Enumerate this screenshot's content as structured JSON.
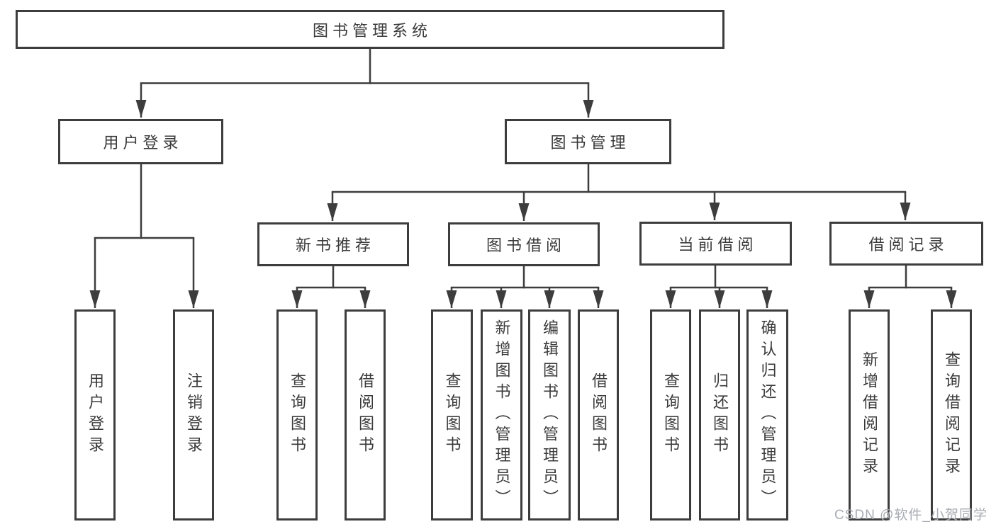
{
  "diagram_title": "图书管理系统",
  "watermark": "CSDN @软件_小贺同学",
  "colors": {
    "line": "#3d3d3d",
    "text": "#3a3a3a",
    "background": "#ffffff",
    "watermark": "#a8acb2"
  },
  "tree": {
    "root": {
      "label": "图书管理系统"
    },
    "level2": [
      {
        "label": "用户登录",
        "leaves": [
          {
            "label": "用户登录"
          },
          {
            "label": "注销登录"
          }
        ]
      },
      {
        "label": "图书管理",
        "children": [
          {
            "label": "新书推荐",
            "leaves": [
              {
                "label": "查询图书"
              },
              {
                "label": "借阅图书"
              }
            ]
          },
          {
            "label": "图书借阅",
            "leaves": [
              {
                "label": "查询图书"
              },
              {
                "label": "新增图书（管理员）"
              },
              {
                "label": "编辑图书（管理员）"
              },
              {
                "label": "借阅图书"
              }
            ]
          },
          {
            "label": "当前借阅",
            "leaves": [
              {
                "label": "查询图书"
              },
              {
                "label": "归还图书"
              },
              {
                "label": "确认归还（管理员）"
              }
            ]
          },
          {
            "label": "借阅记录",
            "leaves": [
              {
                "label": "新增借阅记录"
              },
              {
                "label": "查询借阅记录"
              }
            ]
          }
        ]
      }
    ]
  }
}
